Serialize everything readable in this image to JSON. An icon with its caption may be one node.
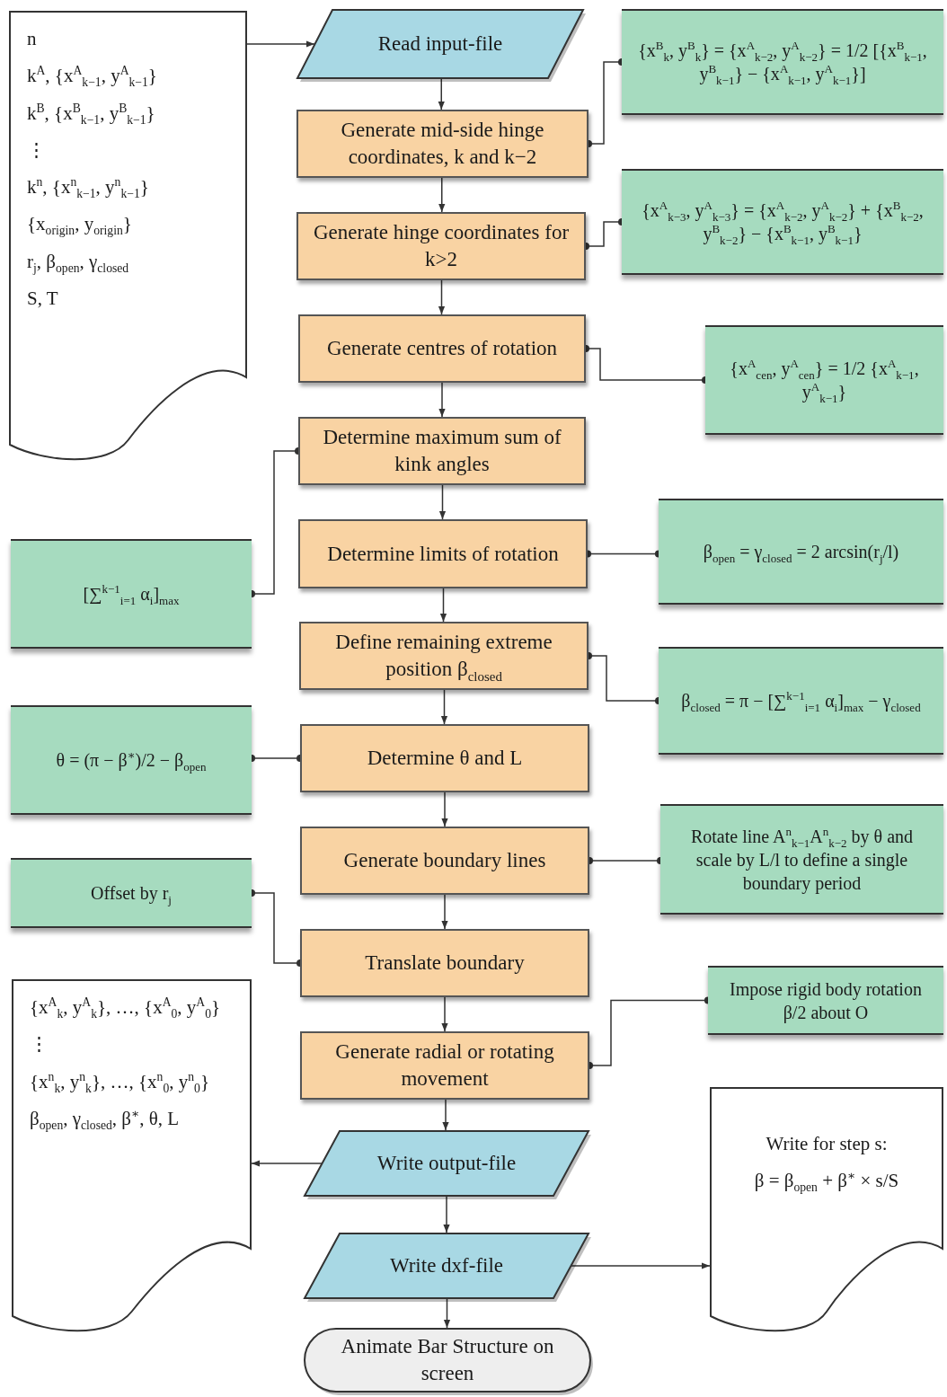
{
  "diagram": {
    "nodes": [
      {
        "text": [
          "n",
          "k$^{A}$, {x$^{A}$$_{k−1}$, y$^{A}$$_{k−1}$}",
          "k$^{B}$, {x$^{B}$$_{k−1}$, y$^{B}$$_{k−1}$}",
          "⋮",
          "k$^{n}$, {x$^{n}$$_{k−1}$, y$^{n}$$_{k−1}$}",
          "{x$_{origin}$, y$_{origin}$}",
          "r$_{j}$, β$_{open}$, γ$_{closed}$",
          "S, T"
        ]
      },
      {
        "text": [
          "Read input-file"
        ]
      },
      {
        "text": [
          "Generate mid-side hinge coordinates, k and k−2"
        ]
      },
      {
        "text": [
          "{x$^{B}$$_{k}$, y$^{B}$$_{k}$} = {x$^{A}$$_{k−2}$, y$^{A}$$_{k−2}$} = 1/2 [{x$^{B}$$_{k−1}$, y$^{B}$$_{k−1}$} − {x$^{A}$$_{k−1}$, y$^{A}$$_{k−1}$}]"
        ]
      },
      {
        "text": [
          "Generate hinge coordinates for k>2"
        ]
      },
      {
        "text": [
          "{x$^{A}$$_{k−3}$, y$^{A}$$_{k−3}$} = {x$^{A}$$_{k−2}$, y$^{A}$$_{k−2}$} + {x$^{B}$$_{k−2}$, y$^{B}$$_{k−2}$} − {x$^{B}$$_{k−1}$, y$^{B}$$_{k−1}$}"
        ]
      },
      {
        "text": [
          "Generate centres of rotation"
        ]
      },
      {
        "text": [
          "{x$^{A}$$_{cen}$, y$^{A}$$_{cen}$} = 1/2 {x$^{A}$$_{k−1}$, y$^{A}$$_{k−1}$}"
        ]
      },
      {
        "text": [
          "Determine maximum sum of kink angles"
        ]
      },
      {
        "text": [
          "[∑$^{k−1}$$_{i=1}$ α$_{i}$]$_{max}$"
        ]
      },
      {
        "text": [
          "Determine limits of rotation"
        ]
      },
      {
        "text": [
          "β$_{open}$ = γ$_{closed}$ = 2 arcsin(r$_{j}$/l)"
        ]
      },
      {
        "text": [
          "Define remaining extreme position β$_{closed}$"
        ]
      },
      {
        "text": [
          "β$_{closed}$ = π − [∑$^{k−1}$$_{i=1}$ α$_{i}$]$_{max}$ − γ$_{closed}$"
        ]
      },
      {
        "text": [
          "Determine θ and L"
        ]
      },
      {
        "text": [
          "θ = (π − β$^{∗}$)/2 − β$_{open}$"
        ]
      },
      {
        "text": [
          "Generate boundary lines"
        ]
      },
      {
        "text": [
          "Rotate line A$^{n}$$_{k−1}$A$^{n}$$_{k−2}$ by θ and scale by L/l to define a single boundary period"
        ]
      },
      {
        "text": [
          "Offset by r$_{j}$"
        ]
      },
      {
        "text": [
          "Translate boundary"
        ]
      },
      {
        "text": [
          "Generate radial or rotating movement"
        ]
      },
      {
        "text": [
          "Impose rigid body rotation β/2 about O"
        ]
      },
      {
        "text": [
          "Write output-file"
        ]
      },
      {
        "text": [
          "{x$^{A}$$_{k}$, y$^{A}$$_{k}$}, …, {x$^{A}$$_{0}$, y$^{A}$$_{0}$}",
          "⋮",
          "{x$^{n}$$_{k}$, y$^{n}$$_{k}$}, …, {x$^{n}$$_{0}$, y$^{n}$$_{0}$}",
          "β$_{open}$, γ$_{closed}$, β$^{∗}$, θ, L"
        ]
      },
      {
        "text": [
          "Write dxf-file"
        ]
      },
      {
        "text": [
          "Write for step s:",
          "β = β$_{open}$ + β$^{∗}$ × s/S"
        ]
      },
      {
        "text": [
          "Animate Bar Structure on screen"
        ]
      }
    ],
    "edges": [
      {
        "from": 0,
        "to": 1,
        "arrow": "to"
      },
      {
        "from": 1,
        "to": 2,
        "arrow": "to"
      },
      {
        "from": 2,
        "to": 3,
        "arrow": "other"
      },
      {
        "from": 2,
        "to": 4,
        "arrow": "to"
      },
      {
        "from": 4,
        "to": 5,
        "arrow": "other"
      },
      {
        "from": 4,
        "to": 6,
        "arrow": "to"
      },
      {
        "from": 6,
        "to": 7,
        "arrow": "other"
      },
      {
        "from": 6,
        "to": 8,
        "arrow": "to"
      },
      {
        "from": 8,
        "to": 9,
        "arrow": "other"
      },
      {
        "from": 8,
        "to": 10,
        "arrow": "to"
      },
      {
        "from": 10,
        "to": 11,
        "arrow": "other"
      },
      {
        "from": 10,
        "to": 12,
        "arrow": "to"
      },
      {
        "from": 12,
        "to": 13,
        "arrow": "other"
      },
      {
        "from": 12,
        "to": 14,
        "arrow": "to"
      },
      {
        "from": 14,
        "to": 15,
        "arrow": "other"
      },
      {
        "from": 14,
        "to": 16,
        "arrow": "to"
      },
      {
        "from": 16,
        "to": 17,
        "arrow": "other"
      },
      {
        "from": 16,
        "to": 19,
        "arrow": "to"
      },
      {
        "from": 18,
        "to": 19,
        "arrow": "other"
      },
      {
        "from": 19,
        "to": 20,
        "arrow": "to"
      },
      {
        "from": 20,
        "to": 21,
        "arrow": "other"
      },
      {
        "from": 20,
        "to": 22,
        "arrow": "to"
      },
      {
        "from": 22,
        "to": 23,
        "arrow": "to"
      },
      {
        "from": 22,
        "to": 24,
        "arrow": "to"
      },
      {
        "from": 24,
        "to": 25,
        "arrow": "to"
      },
      {
        "from": 24,
        "to": 26,
        "arrow": "to"
      }
    ]
  }
}
